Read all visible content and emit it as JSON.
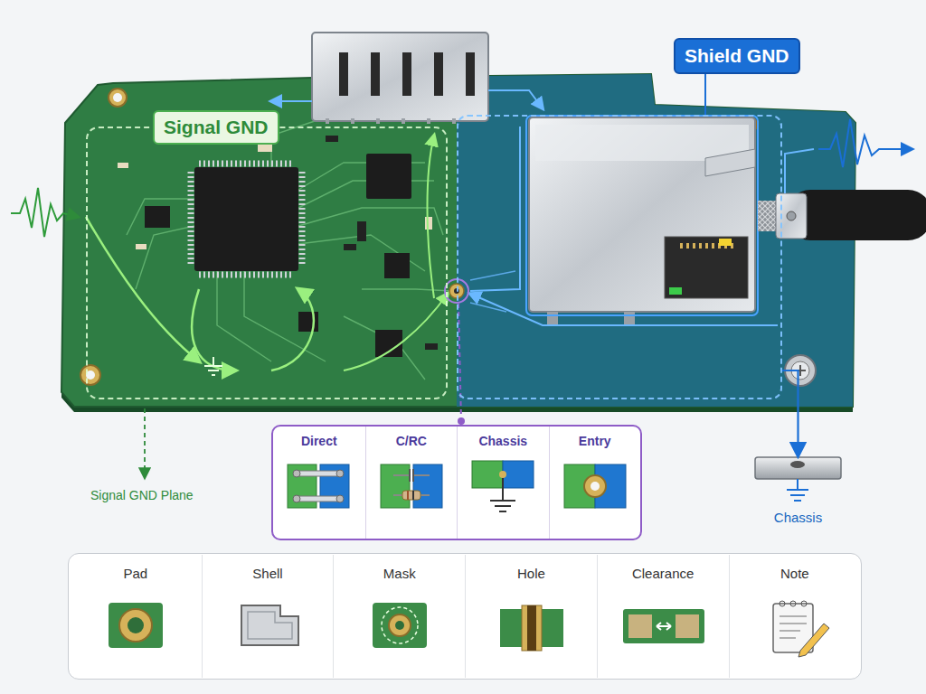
{
  "diagram": {
    "nodes": [
      {
        "text": [
          "Signal GND"
        ]
      },
      {
        "text": [
          "Shield GND"
        ]
      },
      {
        "text": [
          "Chassis"
        ]
      },
      {
        "text": [
          "Direct"
        ]
      },
      {
        "text": [
          "C/RC"
        ]
      },
      {
        "text": [
          "Chassis"
        ]
      },
      {
        "text": [
          "Entry"
        ]
      },
      {
        "text": [
          "Pad"
        ]
      },
      {
        "text": [
          "Shell"
        ]
      },
      {
        "text": [
          "Mask"
        ]
      },
      {
        "text": [
          "Hole"
        ]
      },
      {
        "text": [
          "Clearance"
        ]
      },
      {
        "text": [
          "Note"
        ]
      }
    ],
    "edges": [
      {
        "from": 1,
        "to": 2,
        "arrow": "to"
      }
    ],
    "labels": [
      "Signal GND Plane"
    ]
  }
}
